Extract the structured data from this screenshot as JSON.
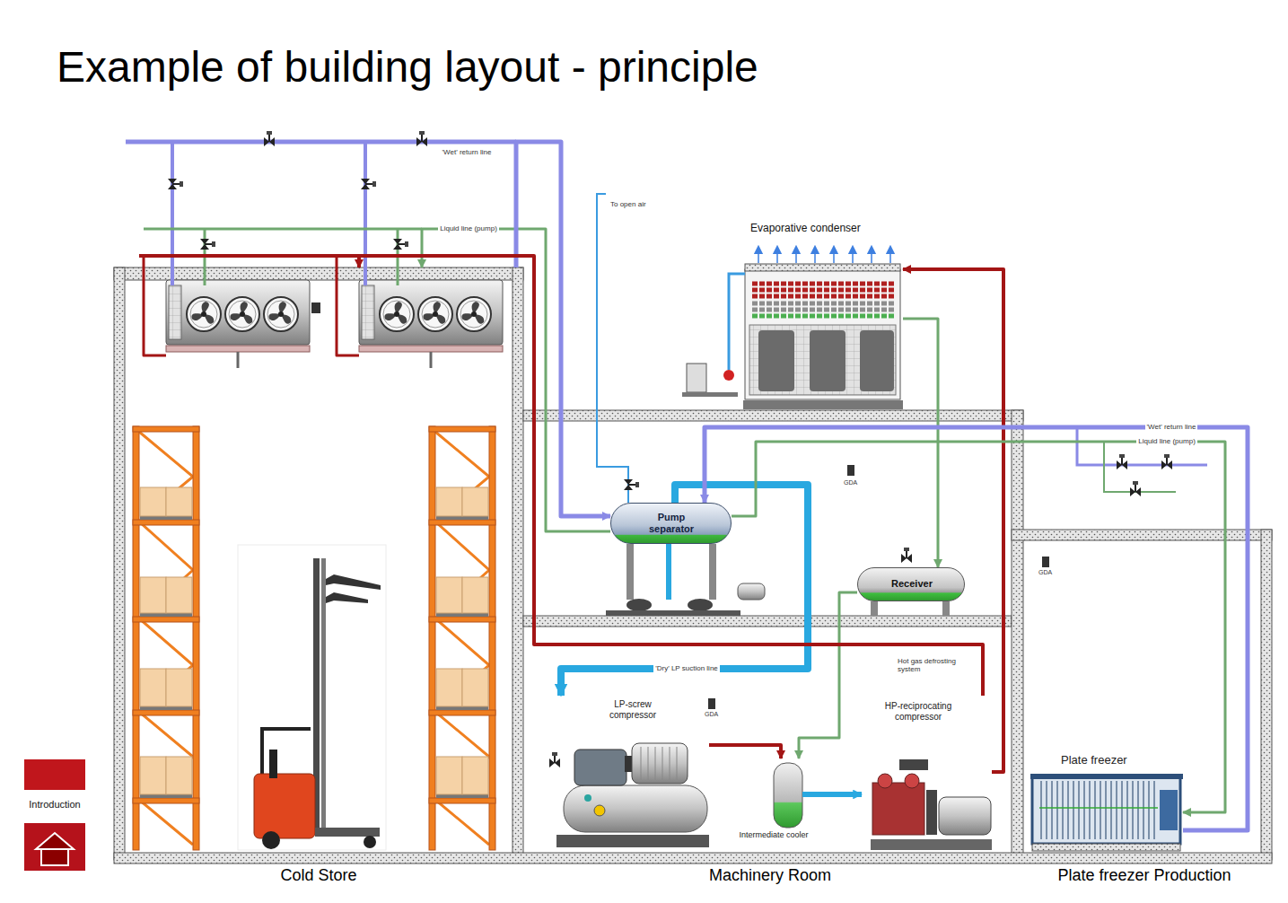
{
  "diagram": {
    "title": "Example of building layout - principle",
    "nodes": [
      {
        "text": [
          "Cold Store"
        ]
      },
      {
        "text": [
          "Evaporative condenser"
        ]
      },
      {
        "text": [
          "Machinery Room"
        ]
      },
      {
        "text": [
          "Pump separator"
        ],
        "in": 2
      },
      {
        "text": [
          "Receiver"
        ],
        "in": 2
      },
      {
        "text": [
          "LP-screw compressor"
        ],
        "in": 2
      },
      {
        "text": [
          "Intermediate cooler"
        ],
        "in": 2
      },
      {
        "text": [
          "HP-reciprocating compressor"
        ],
        "in": 2
      },
      {
        "text": [
          "Plate freezer Production"
        ]
      },
      {
        "text": [
          "Plate freezer"
        ],
        "in": 8
      },
      {
        "text": [
          "Introduction"
        ]
      }
    ],
    "edges": [
      {
        "from": 7,
        "to": 1,
        "arrow": "to"
      },
      {
        "from": 1,
        "to": 4,
        "arrow": "to"
      },
      {
        "from": 4,
        "to": 6,
        "arrow": "to"
      },
      {
        "from": 5,
        "to": 6,
        "arrow": "to"
      },
      {
        "from": 6,
        "to": 7,
        "arrow": "to"
      },
      {
        "from": 3,
        "to": 5,
        "label": "'Dry' LP suction line",
        "arrow": "to"
      },
      {
        "from": 3,
        "to": 9,
        "label": "Liquid line (pump)",
        "arrow": "to"
      },
      {
        "from": 9,
        "to": 3,
        "label": "'Wet' return line",
        "arrow": "to"
      },
      {
        "from": 3,
        "to": 0,
        "label": "Liquid line (pump)",
        "arrow": "to"
      },
      {
        "from": 0,
        "to": 3,
        "label": "'Wet' return line",
        "arrow": "to"
      },
      {
        "from": 7,
        "to": 0,
        "arrow": "to"
      }
    ],
    "labels": [
      "To open air",
      "GDA",
      "GDA",
      "Hot gas defrosting system",
      "GDA"
    ]
  }
}
